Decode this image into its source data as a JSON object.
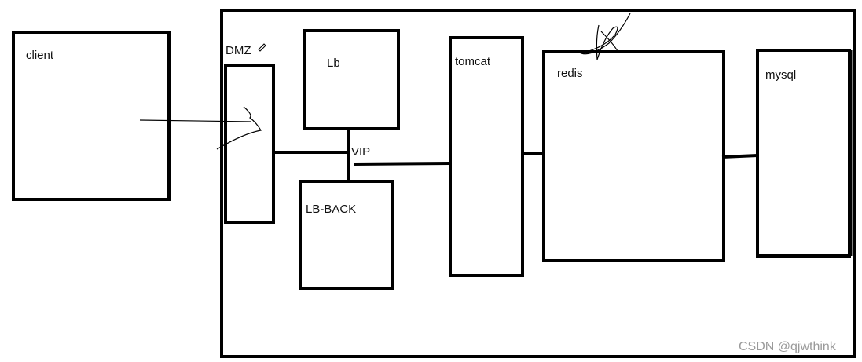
{
  "diagram": {
    "nodes": {
      "client": "client",
      "dmz": "DMZ",
      "lb": "Lb",
      "lb_back": "LB-BACK",
      "vip": "VIP",
      "tomcat": "tomcat",
      "redis": "redis",
      "mysql": "mysql"
    },
    "watermark": "CSDN @qjwthink"
  },
  "colors": {
    "stroke": "#000000",
    "text": "#111111",
    "watermark": "#9a9a9a"
  }
}
